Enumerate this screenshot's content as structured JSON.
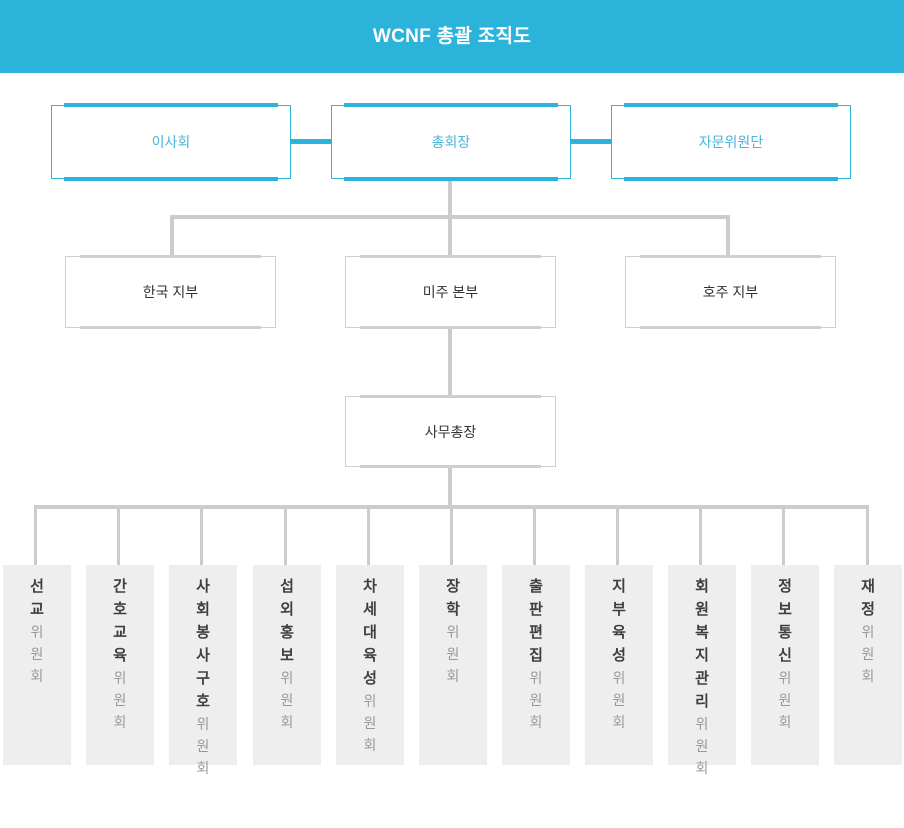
{
  "header": {
    "title": "WCNF 총괄 조직도",
    "background_color": "#2bb3da",
    "text_color": "#ffffff"
  },
  "colors": {
    "accent_cyan": "#2bb3da",
    "cyan_text": "#49b6d8",
    "line_gray": "#cccccc",
    "box_border_gray": "#cfcfcf",
    "committee_bg": "#eeeeee",
    "committee_main_text": "#3f3f3f",
    "committee_suffix_text": "#999999",
    "node_text_dark": "#333333"
  },
  "chart_data": {
    "type": "diagram",
    "title": "WCNF 총괄 조직도",
    "nodes": [
      {
        "id": "board",
        "label": "이사회",
        "tier": 1,
        "style": "cyan"
      },
      {
        "id": "president",
        "label": "총회장",
        "tier": 1,
        "style": "cyan"
      },
      {
        "id": "advisory",
        "label": "자문위원단",
        "tier": 1,
        "style": "cyan"
      },
      {
        "id": "korea",
        "label": "한국 지부",
        "tier": 2,
        "style": "gray"
      },
      {
        "id": "americas",
        "label": "미주 본부",
        "tier": 2,
        "style": "gray"
      },
      {
        "id": "australia",
        "label": "호주 지부",
        "tier": 2,
        "style": "gray"
      },
      {
        "id": "secretary",
        "label": "사무총장",
        "tier": 3,
        "style": "gray"
      }
    ],
    "edges": [
      {
        "from": "board",
        "to": "president"
      },
      {
        "from": "president",
        "to": "advisory"
      },
      {
        "from": "president",
        "to": "korea"
      },
      {
        "from": "president",
        "to": "americas"
      },
      {
        "from": "president",
        "to": "australia"
      },
      {
        "from": "americas",
        "to": "secretary"
      },
      {
        "from": "secretary",
        "to": "committees"
      }
    ]
  },
  "tier1": {
    "board": {
      "label": "이사회"
    },
    "president": {
      "label": "총회장"
    },
    "advisory": {
      "label": "자문위원단"
    }
  },
  "tier2": {
    "korea": {
      "label": "한국 지부"
    },
    "americas": {
      "label": "미주 본부"
    },
    "australia": {
      "label": "호주 지부"
    }
  },
  "tier3": {
    "secretary": {
      "label": "사무총장"
    }
  },
  "committees": [
    {
      "name": "선교",
      "suffix": "위원회"
    },
    {
      "name": "간호교육",
      "suffix": "위원회"
    },
    {
      "name": "사회봉사구호",
      "suffix": "위원회"
    },
    {
      "name": "섭외홍보",
      "suffix": "위원회"
    },
    {
      "name": "차세대육성",
      "suffix": "위원회"
    },
    {
      "name": "장학",
      "suffix": "위원회"
    },
    {
      "name": "출판편집",
      "suffix": "위원회"
    },
    {
      "name": "지부육성",
      "suffix": "위원회"
    },
    {
      "name": "회원복지관리",
      "suffix": "위원회"
    },
    {
      "name": "정보통신",
      "suffix": "위원회"
    },
    {
      "name": "재정",
      "suffix": "위원회"
    }
  ]
}
